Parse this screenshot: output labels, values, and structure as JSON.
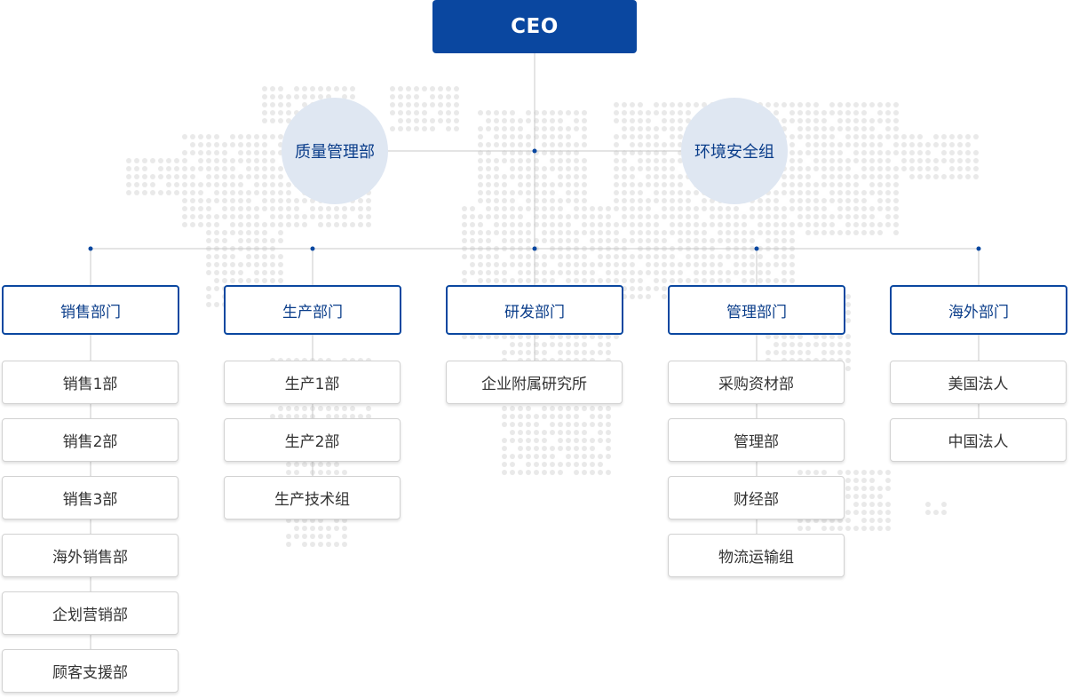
{
  "ceo": {
    "label": "CEO"
  },
  "staff": [
    {
      "label": "质量管理部"
    },
    {
      "label": "环境安全组"
    }
  ],
  "departments": [
    {
      "label": "销售部门",
      "children": [
        "销售1部",
        "销售2部",
        "销售3部",
        "海外销售部",
        "企划营销部",
        "顾客支援部"
      ]
    },
    {
      "label": "生产部门",
      "children": [
        "生产1部",
        "生产2部",
        "生产技术组"
      ]
    },
    {
      "label": "研发部门",
      "children": [
        "企业附属研究所"
      ]
    },
    {
      "label": "管理部门",
      "children": [
        "采购资材部",
        "管理部",
        "财经部",
        "物流运输组"
      ]
    },
    {
      "label": "海外部门",
      "children": [
        "美国法人",
        "中国法人"
      ]
    }
  ],
  "colors": {
    "primary": "#0a47a0",
    "circle_fill": "#dfe7f2",
    "line": "#c8c8c8",
    "map_dots": "#e9e9e9"
  }
}
